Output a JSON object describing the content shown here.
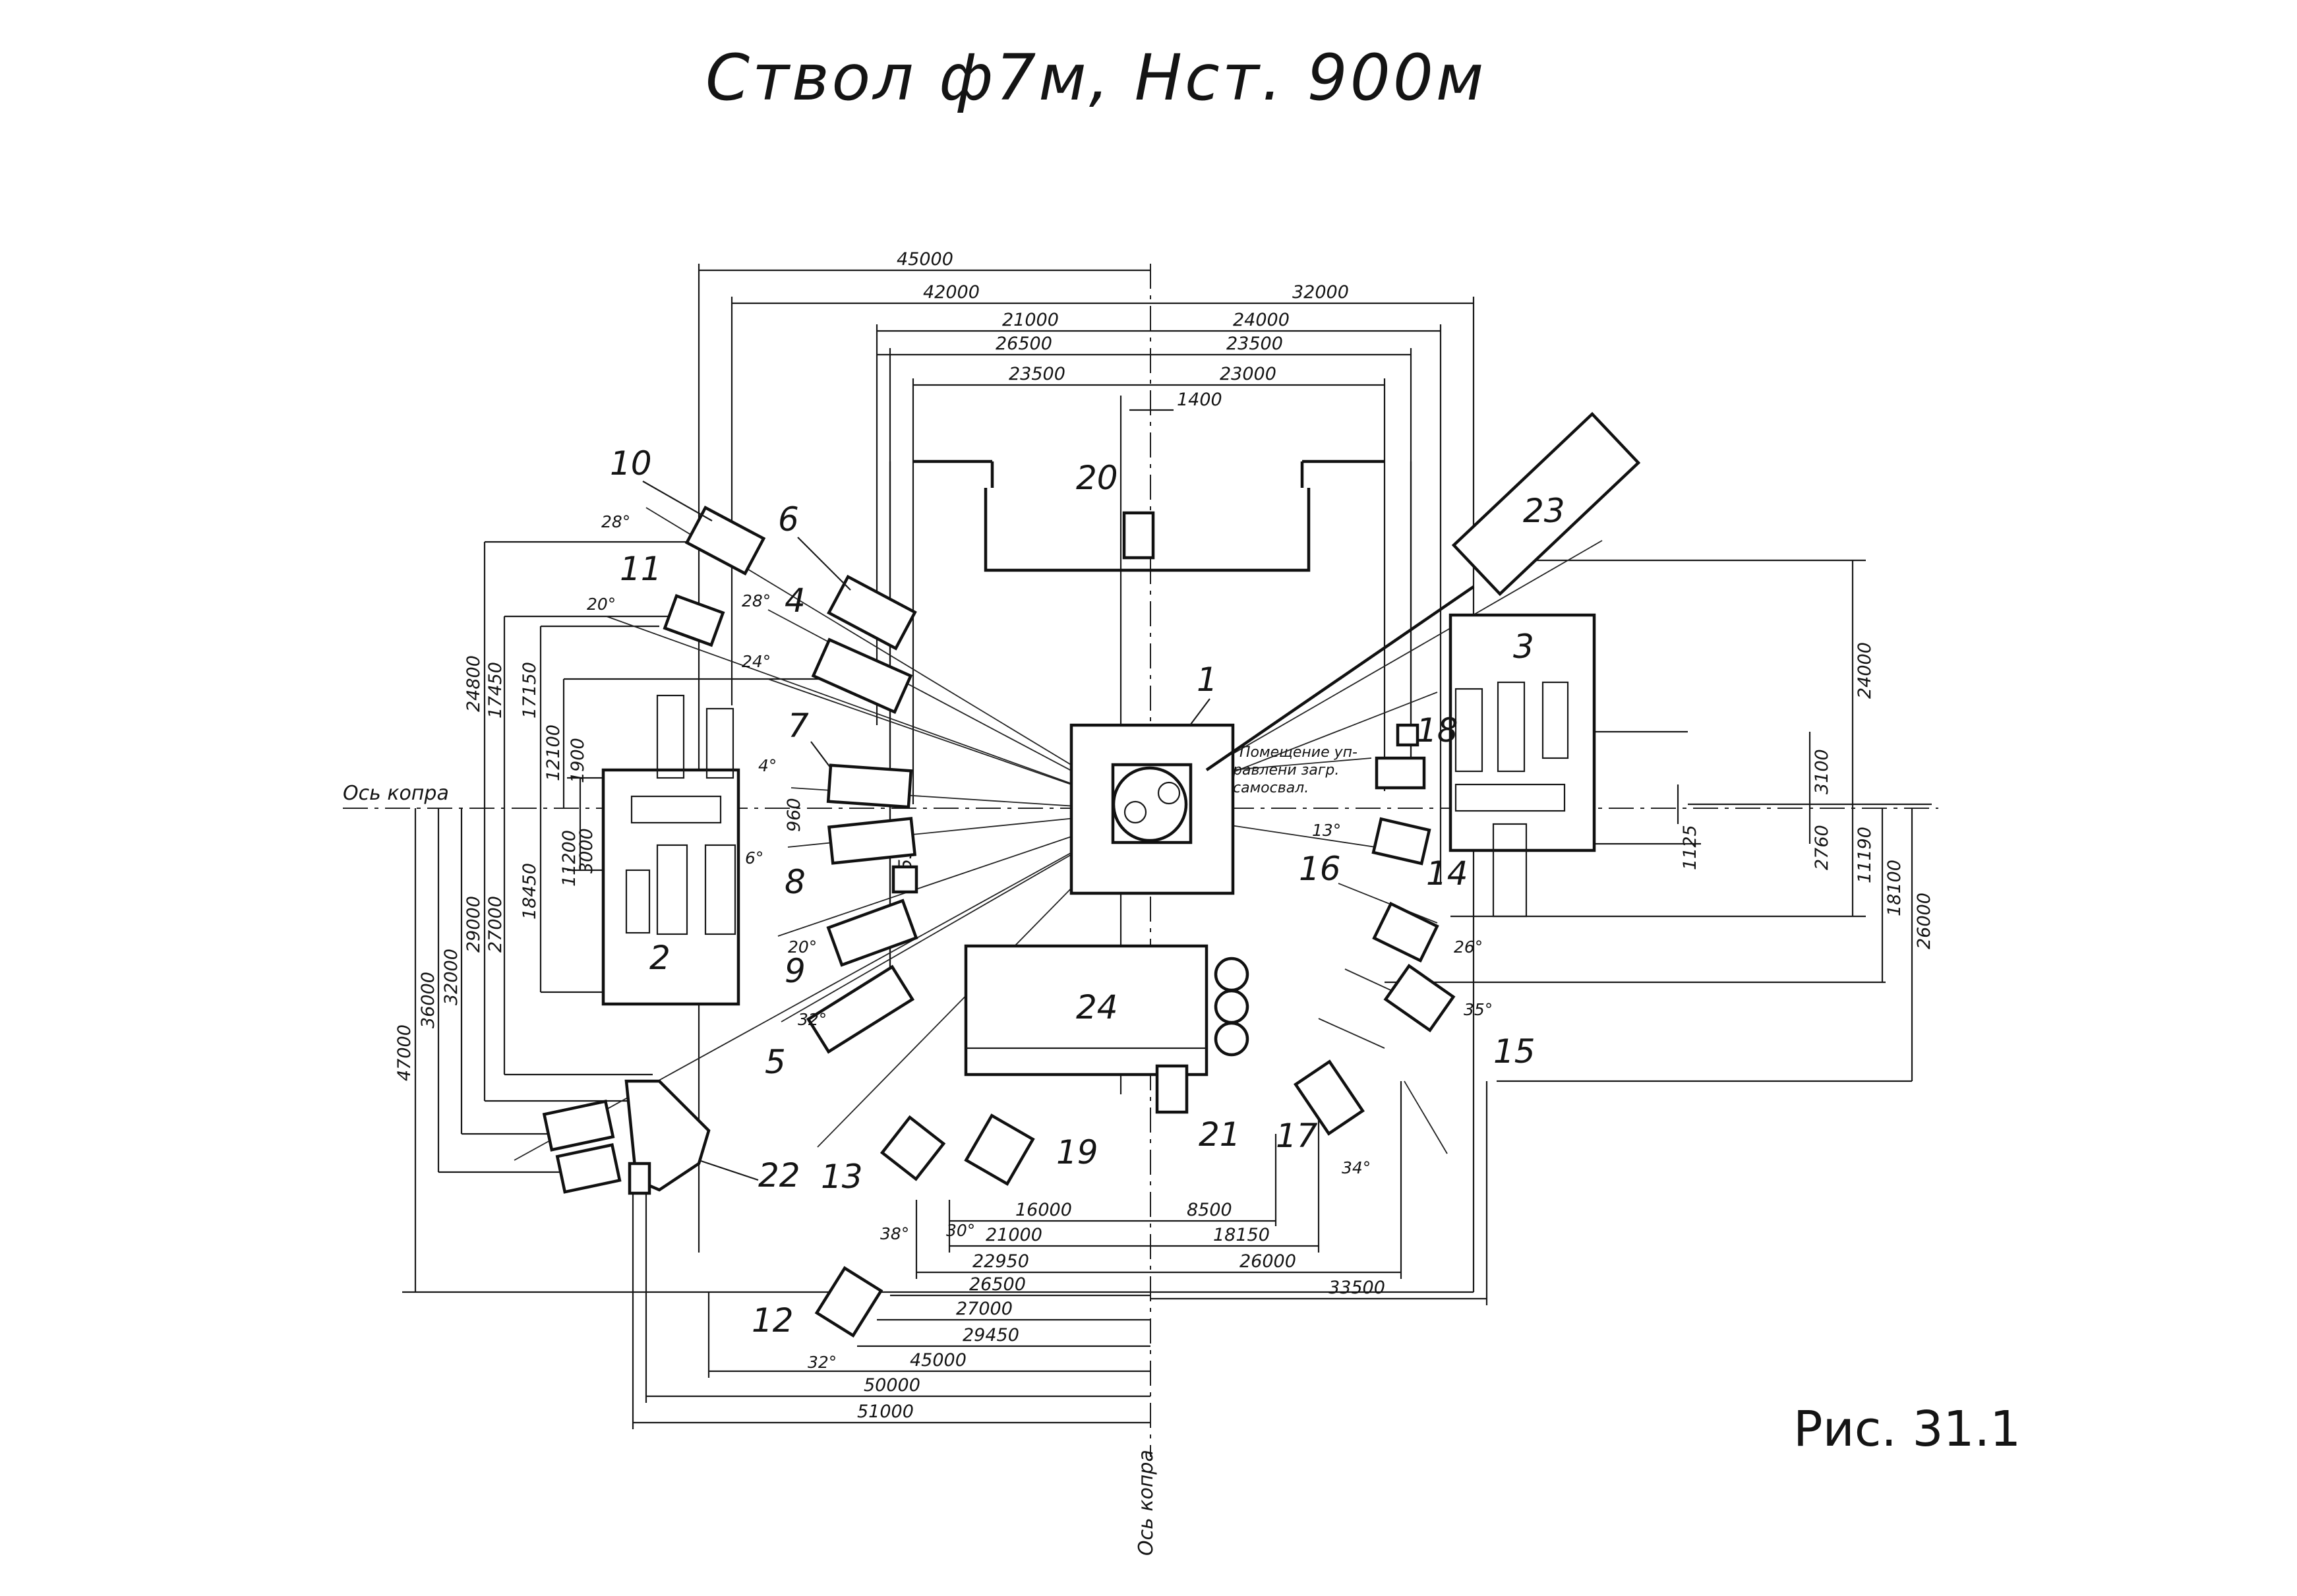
{
  "title": "Ствол ф7м,   Нст. 900м",
  "caption": "Рис. 31.1",
  "axes": {
    "horizontal": "Ось копра",
    "vertical": "Ось копра"
  },
  "note_room": [
    "Помещение уп-",
    "равлени загр.",
    "самосвал."
  ],
  "labels": {
    "l1": "1",
    "l2": "2",
    "l3": "3",
    "l4": "4",
    "l5": "5",
    "l6": "6",
    "l7": "7",
    "l8": "8",
    "l9": "9",
    "l10": "10",
    "l11": "11",
    "l12": "12",
    "l13": "13",
    "l14": "14",
    "l15": "15",
    "l16": "16",
    "l17": "17",
    "l18": "18",
    "l19": "19",
    "l20": "20",
    "l21": "21",
    "l22": "22",
    "l23": "23",
    "l24": "24"
  },
  "angles": {
    "a10": "28°",
    "a11": "20°",
    "a6": "28°",
    "a4": "24°",
    "a7": "4°",
    "a8": "6°",
    "a9": "20°",
    "a5": "32°",
    "a16": "13°",
    "a14": "26°",
    "a15": "35°",
    "a17": "34°",
    "a13": "38°",
    "a19": "30°",
    "a12": "32°"
  },
  "dims": {
    "t45000": "45000",
    "t42000": "42000",
    "t32000": "32000",
    "t21000": "21000",
    "t24000": "24000",
    "t26500": "26500",
    "t23500a": "23500",
    "t23500b": "23500",
    "t23000": "23000",
    "t1400": "1400",
    "l24800": "24800",
    "l17450": "17450",
    "l17150": "17150",
    "l12100": "12100",
    "l1900": "1900",
    "l960": "960",
    "l5500": "5500",
    "l11200": "11200",
    "l3000": "3000",
    "l18450": "18450",
    "l27000": "27000",
    "l29000": "29000",
    "l32000": "32000",
    "l36000": "36000",
    "l47000": "47000",
    "r24000": "24000",
    "r3100": "3100",
    "r1125": "1125",
    "r2760": "2760",
    "r11190": "11190",
    "r18100": "18100",
    "r26000": "26000",
    "b16000": "16000",
    "b8500": "8500",
    "b21000": "21000",
    "b18150": "18150",
    "b22950": "22950",
    "b26000": "26000",
    "b26500": "26500",
    "b33500": "33500",
    "b27000": "27000",
    "b29450": "29450",
    "b45000": "45000",
    "b50000": "50000",
    "b51000": "51000"
  }
}
